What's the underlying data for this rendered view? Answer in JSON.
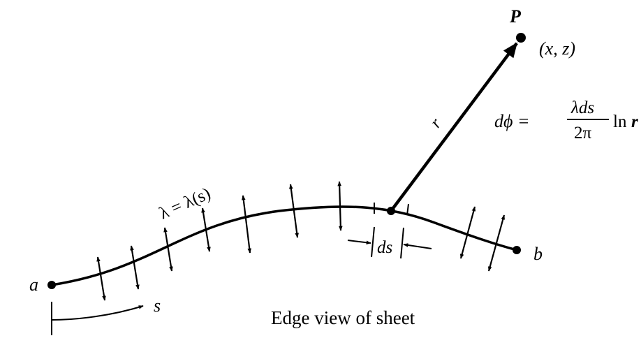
{
  "labels": {
    "point_p": "P",
    "point_p_coords": "(x, z)",
    "radius": "r",
    "lambda": "λ = λ(s)",
    "ds": "ds",
    "end_a": "a",
    "end_b": "b",
    "arc_length": "s",
    "caption": "Edge view of sheet"
  },
  "formula": {
    "lhs": "dϕ =",
    "numerator": "λds",
    "denominator": "2π",
    "ln": "ln",
    "ln_arg": "r"
  },
  "colors": {
    "ink": "#000000",
    "background": "#ffffff"
  }
}
